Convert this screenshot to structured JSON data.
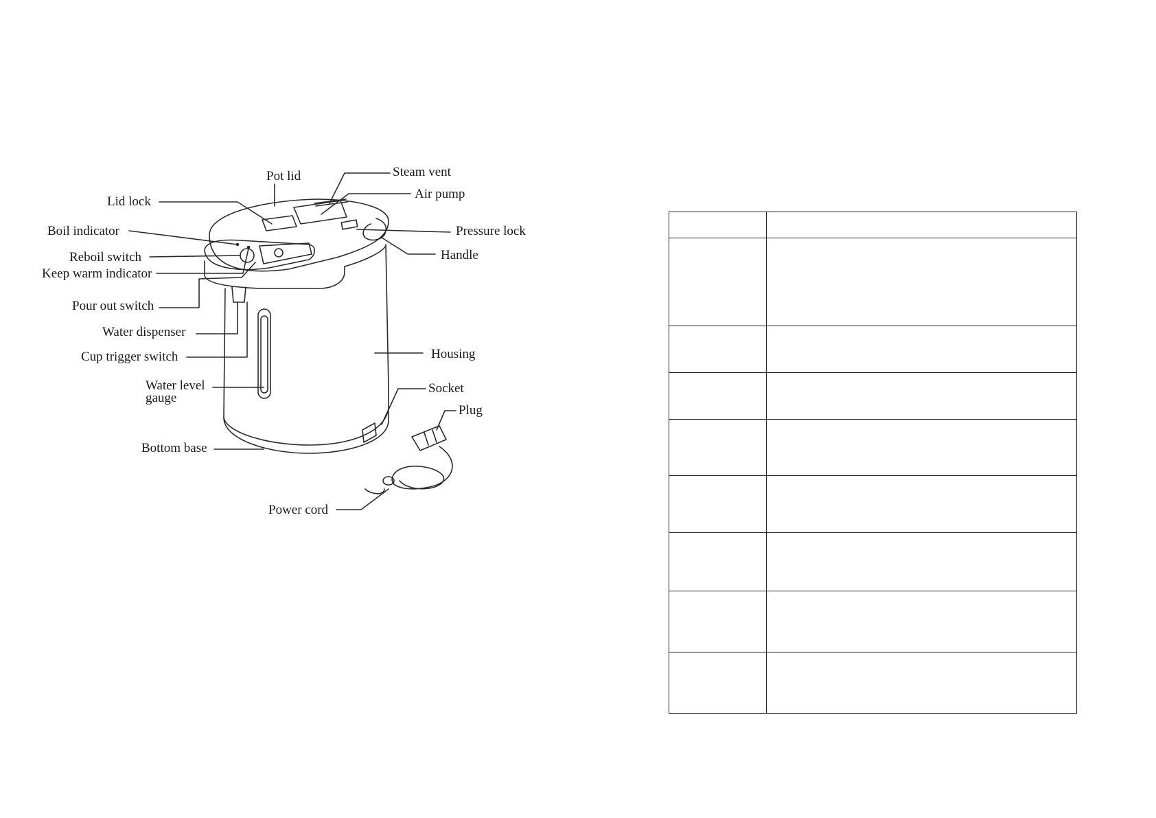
{
  "diagram": {
    "labels": {
      "pot_lid": "Pot lid",
      "steam_vent": "Steam vent",
      "air_pump": "Air pump",
      "lid_lock": "Lid lock",
      "boil_indicator": "Boil indicator",
      "pressure_lock": "Pressure lock",
      "reboil_switch": "Reboil switch",
      "handle": "Handle",
      "keep_warm_indicator": "Keep warm indicator",
      "pour_out_switch": "Pour out switch",
      "water_dispenser": "Water dispenser",
      "housing": "Housing",
      "cup_trigger_switch": "Cup trigger switch",
      "water_level_gauge_1": "Water level",
      "water_level_gauge_2": "gauge",
      "socket": "Socket",
      "plug": "Plug",
      "bottom_base": "Bottom base",
      "power_cord": "Power cord"
    }
  },
  "table": {
    "rows": 9
  }
}
